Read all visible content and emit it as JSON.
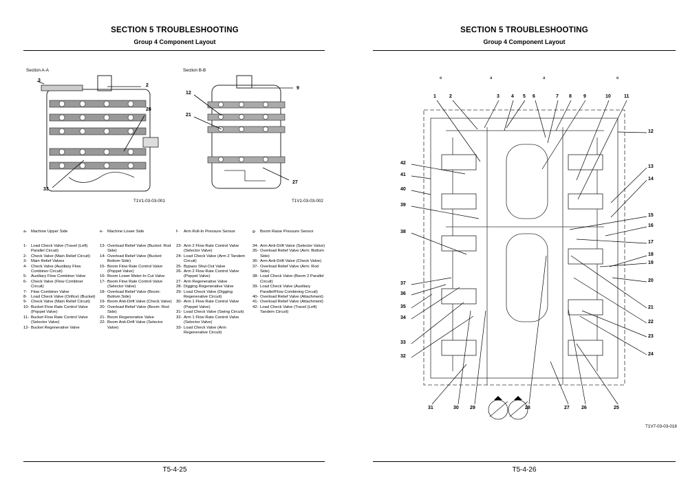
{
  "left_page": {
    "section_title": "SECTION 5 TROUBLESHOOTING",
    "group_title": "Group 4 Component Layout",
    "section_a_label": "Section A-A",
    "section_b_label": "Section B-B",
    "fig_a_id": "T1V1-03-03-001",
    "fig_b_id": "T1V1-03-03-002",
    "page_number": "T5-4-25",
    "callouts_a": [
      "3",
      "2",
      "28",
      "33"
    ],
    "callouts_b": [
      "12",
      "9",
      "21",
      "27"
    ],
    "header_items": [
      {
        "n": "a-",
        "t": "Machine Upper Side"
      },
      {
        "n": "e-",
        "t": "Machine Lower Side"
      },
      {
        "n": "f-",
        "t": "Arm Roll-In Pressure Sensor"
      },
      {
        "n": "g-",
        "t": "Boom Raise Pressure Sensor"
      }
    ],
    "legend_col1": [
      {
        "n": "1-",
        "t": "Load Check Valve (Travel (Left) Parallel Circuit)"
      },
      {
        "n": "2-",
        "t": "Check Valve (Main Relief Circuit)"
      },
      {
        "n": "3-",
        "t": "Main Relief Valves"
      },
      {
        "n": "4-",
        "t": "Check Valve (Auxiliary Flow Combiner Circuit)"
      },
      {
        "n": "5-",
        "t": "Auxiliary Flow Combiner Valve"
      },
      {
        "n": "6-",
        "t": "Check Valve (Flow Combiner Circuit)"
      },
      {
        "n": "7-",
        "t": "Flow Combiner Valve"
      },
      {
        "n": "8-",
        "t": "Load Check Valve (Orifice) (Bucket)"
      },
      {
        "n": "9-",
        "t": "Check Valve (Main Relief Circuit)"
      },
      {
        "n": "10-",
        "t": "Bucket Flow Rate Control Valve (Poppet Valve)"
      },
      {
        "n": "11-",
        "t": "Bucket Flow Rate Control Valve (Selector Valve)"
      },
      {
        "n": "12-",
        "t": "Bucket Regenerative Valve"
      }
    ],
    "legend_col2": [
      {
        "n": "13-",
        "t": "Overload Relief Valve (Bucket: Rod Side)"
      },
      {
        "n": "14-",
        "t": "Overload Relief Valve (Bucket: Bottom Side)"
      },
      {
        "n": "15-",
        "t": "Boom Flow Rate Control Valve (Poppet Valve)"
      },
      {
        "n": "16-",
        "t": "Boom Lower Meter-In Cut Valve"
      },
      {
        "n": "17-",
        "t": "Boom Flow Rate Control Valve (Selector Valve)"
      },
      {
        "n": "18-",
        "t": "Overload Relief Valve (Boom: Bottom Side)"
      },
      {
        "n": "19-",
        "t": "Boom Anti-Drift Valve (Check Valve)"
      },
      {
        "n": "20-",
        "t": "Overload Relief Valve (Boom: Rod Side)"
      },
      {
        "n": "21-",
        "t": "Boom Regenerative Valve"
      },
      {
        "n": "22-",
        "t": "Boom Anti-Drift Valve (Selector Valve)"
      }
    ],
    "legend_col3": [
      {
        "n": "23-",
        "t": "Arm 2 Flow Rate Control Valve (Selector Valve)"
      },
      {
        "n": "24-",
        "t": "Load Check Valve (Arm 2 Tandem Circuit)"
      },
      {
        "n": "25-",
        "t": "Bypass Shut-Out Valve"
      },
      {
        "n": "26-",
        "t": "Arm 2 Flow Rate Control Valve (Poppet Valve)"
      },
      {
        "n": "27-",
        "t": "Arm Regenerative Valve"
      },
      {
        "n": "28-",
        "t": "Digging Regenerative Valve"
      },
      {
        "n": "29-",
        "t": "Load Check Valve (Digging Regenerative Circuit)"
      },
      {
        "n": "30-",
        "t": "Arm 1 Flow Rate Control Valve (Poppet Valve)"
      },
      {
        "n": "31-",
        "t": "Load Check Valve (Swing Circuit)"
      },
      {
        "n": "32-",
        "t": "Arm 1 Flow Rate Control Valve (Selector Valve)"
      },
      {
        "n": "33-",
        "t": "Load Check Valve (Arm Regenerative Circuit)"
      }
    ],
    "legend_col4": [
      {
        "n": "34-",
        "t": "Arm Anti-Drift Valve (Selector Valve)"
      },
      {
        "n": "35-",
        "t": "Overload Relief Valve (Arm: Bottom Side)"
      },
      {
        "n": "36-",
        "t": "Arm Anti-Drift Valve (Check Valve)"
      },
      {
        "n": "37-",
        "t": "Overload Relief Valve (Arm: Rod Side)"
      },
      {
        "n": "38-",
        "t": "Load Check Valve (Boom 2 Parallel Circuit)"
      },
      {
        "n": "39-",
        "t": "Load Check Valve (Auxiliary Parallel/Flow Combining Circuit)"
      },
      {
        "n": "40-",
        "t": "Overload Relief Valve (Attachment)"
      },
      {
        "n": "41-",
        "t": "Overload Relief Valve (Attachment)"
      },
      {
        "n": "42-",
        "t": "Load Check Valve (Travel (Left) Tandem Circuit)"
      }
    ]
  },
  "right_page": {
    "section_title": "SECTION 5 TROUBLESHOOTING",
    "group_title": "Group 4 Component Layout",
    "fig_id": "T1V7-03-03-018",
    "page_number": "T5-4-26",
    "top_letters": [
      "e",
      "a",
      "a",
      "e"
    ],
    "callouts_top": [
      "1",
      "2",
      "3",
      "4",
      "5",
      "6",
      "7",
      "8",
      "9",
      "10",
      "11"
    ],
    "callouts_right": [
      "12",
      "13",
      "14",
      "15",
      "16",
      "17",
      "18",
      "19",
      "20",
      "21",
      "22",
      "23",
      "24"
    ],
    "callouts_left": [
      "42",
      "41",
      "40",
      "39",
      "38",
      "37",
      "36",
      "35",
      "34",
      "33",
      "32"
    ],
    "callouts_bottom": [
      "31",
      "30",
      "29",
      "28",
      "27",
      "26",
      "25"
    ]
  }
}
